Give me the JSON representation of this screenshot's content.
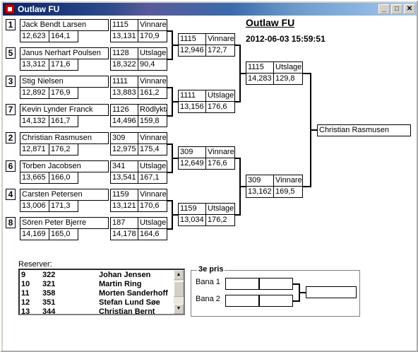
{
  "window": {
    "title": "Outlaw FU",
    "minimize_glyph": "_",
    "maximize_glyph": "□",
    "close_glyph": "✕"
  },
  "header": {
    "title": "Outlaw FU",
    "datetime": "2012-06-03 15:59:51"
  },
  "players": [
    {
      "seed": "1",
      "name": "Jack Bendt Larsen",
      "v1": "12,623",
      "v2": "164,1"
    },
    {
      "seed": "5",
      "name": "Janus Nerhart Poulsen",
      "v1": "13,312",
      "v2": "171,6"
    },
    {
      "seed": "3",
      "name": "Stig Nielsen",
      "v1": "12,892",
      "v2": "176,9"
    },
    {
      "seed": "7",
      "name": "Kevin Lynder Franck",
      "v1": "14,132",
      "v2": "161,7"
    },
    {
      "seed": "2",
      "name": "Christian Rasmusen",
      "v1": "12,871",
      "v2": "176,2"
    },
    {
      "seed": "6",
      "name": "Torben Jacobsen",
      "v1": "13,665",
      "v2": "166,0"
    },
    {
      "seed": "4",
      "name": "Carsten Petersen",
      "v1": "13,006",
      "v2": "171,3"
    },
    {
      "seed": "8",
      "name": "Sören Peter Bjerre",
      "v1": "14,169",
      "v2": "165,0"
    }
  ],
  "round1": [
    {
      "code": "1115",
      "result": "Vinnare",
      "v1": "13,131",
      "v2": "170,9"
    },
    {
      "code": "1128",
      "result": "Utslagen",
      "v1": "18,322",
      "v2": "90,4"
    },
    {
      "code": "1111",
      "result": "Vinnare",
      "v1": "13,883",
      "v2": "161,2"
    },
    {
      "code": "1126",
      "result": "Rödlyktan",
      "v1": "14,496",
      "v2": "159,8"
    },
    {
      "code": "309",
      "result": "Vinnare",
      "v1": "12,975",
      "v2": "175,4"
    },
    {
      "code": "341",
      "result": "Utslagen",
      "v1": "13,541",
      "v2": "167,1"
    },
    {
      "code": "1159",
      "result": "Vinnare",
      "v1": "13,121",
      "v2": "170,6"
    },
    {
      "code": "187",
      "result": "Utslagen",
      "v1": "14,178",
      "v2": "164,6"
    }
  ],
  "round2": [
    {
      "code": "1115",
      "result": "Vinnare",
      "v1": "12,946",
      "v2": "172,7"
    },
    {
      "code": "1111",
      "result": "Utslagen",
      "v1": "13,156",
      "v2": "176,6"
    },
    {
      "code": "309",
      "result": "Vinnare",
      "v1": "12,649",
      "v2": "176,6"
    },
    {
      "code": "1159",
      "result": "Utslagen",
      "v1": "13,034",
      "v2": "176,2"
    }
  ],
  "round3": [
    {
      "code": "1115",
      "result": "Utslagen",
      "v1": "14,283",
      "v2": "129,8"
    },
    {
      "code": "309",
      "result": "Vinnare",
      "v1": "13,162",
      "v2": "169,5"
    }
  ],
  "winner": "Christian Rasmusen",
  "reserves": {
    "label": "Reserver:",
    "rows": [
      {
        "pos": "9",
        "code": "322",
        "name": "Johan Jensen"
      },
      {
        "pos": "10",
        "code": "321",
        "name": "Martin Ring"
      },
      {
        "pos": "11",
        "code": "358",
        "name": "Morten Sanderhoff"
      },
      {
        "pos": "12",
        "code": "351",
        "name": "Stefan Lund Søe"
      },
      {
        "pos": "13",
        "code": "344",
        "name": "Christian Bernt"
      }
    ]
  },
  "third_place": {
    "title": "3e pris",
    "bana1": "Bana 1",
    "bana2": "Bana 2"
  }
}
